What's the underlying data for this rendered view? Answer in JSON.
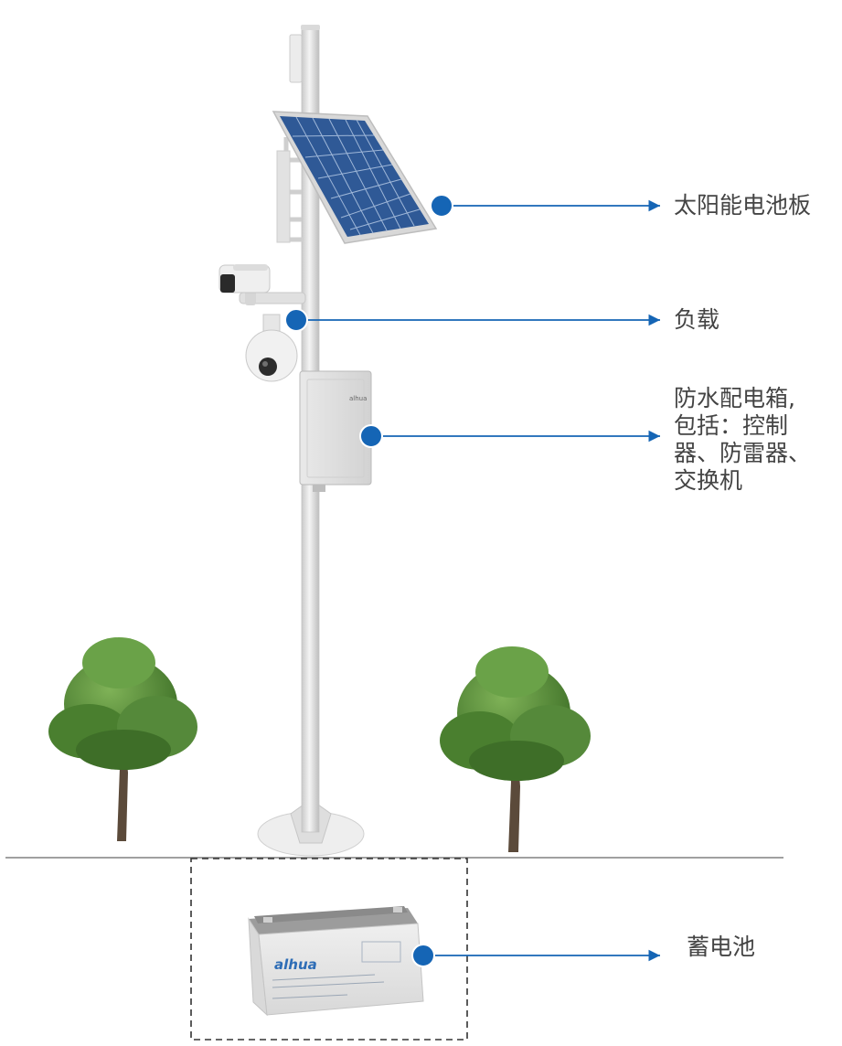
{
  "labels": {
    "solar_panel": "太阳能电池板",
    "load": "负载",
    "distribution_box": "防水配电箱,\n包括：控制\n器、防雷器、\n交换机",
    "battery": "蓄电池"
  },
  "battery_brand": "alhua",
  "box_brand": "alhua",
  "colors": {
    "callout": "#1565b5",
    "text": "#444444",
    "ground_line": "#808080",
    "pole": "#e4e4e4",
    "foliage": "#4f8a33"
  }
}
